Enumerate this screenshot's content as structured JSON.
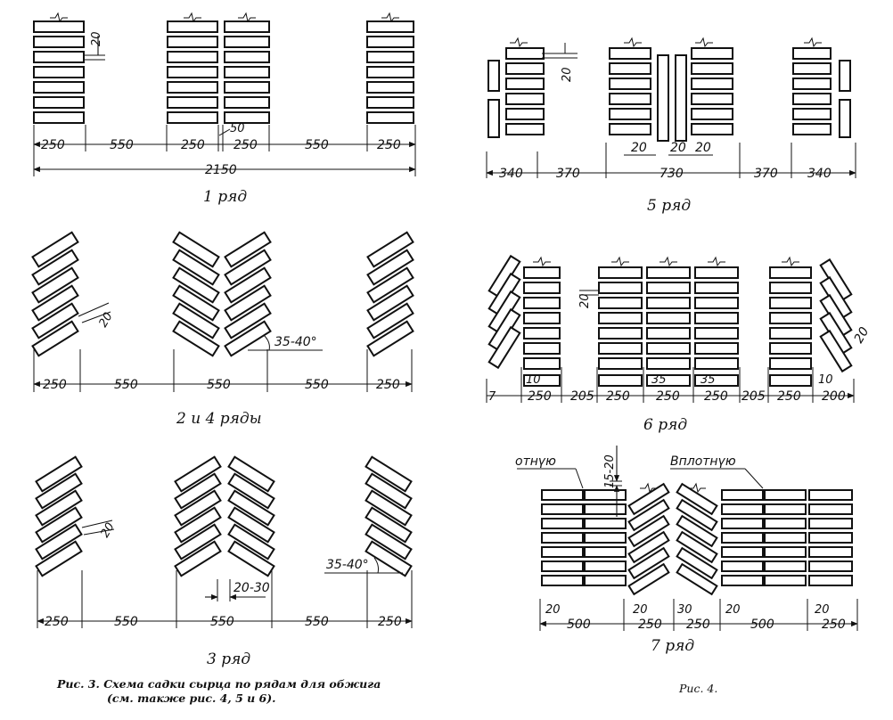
{
  "figure": {
    "row1": {
      "title": "1 ряд",
      "dims": [
        "250",
        "550",
        "250",
        "250",
        "550",
        "250"
      ],
      "total": "2150",
      "gap": "20",
      "gap_between": "50"
    },
    "row24": {
      "title": "2 и 4 ряды",
      "dims": [
        "250",
        "550",
        "550",
        "550",
        "250"
      ],
      "gap": "20",
      "angle": "35-40°"
    },
    "row3": {
      "title": "3 ряд",
      "dims": [
        "250",
        "550",
        "550",
        "550",
        "250"
      ],
      "gap": "20",
      "angle": "35-40°",
      "gap_between": "20-30"
    },
    "row5": {
      "title": "5 ряд",
      "dims": [
        "340",
        "370",
        "730",
        "370",
        "340"
      ],
      "gap": "20",
      "inner": [
        "20",
        "20",
        "20"
      ]
    },
    "row6": {
      "title": "6 ряд",
      "dims": [
        "250",
        "205",
        "250",
        "250",
        "250",
        "205",
        "250",
        "200"
      ],
      "gap": "20",
      "small": [
        "10",
        "35",
        "35",
        "10"
      ],
      "seven": "7",
      "slanted_gap": "20"
    },
    "row7": {
      "title": "7 ряд",
      "dims": [
        "500",
        "250",
        "250",
        "500",
        "250"
      ],
      "small": [
        "20",
        "20",
        "30",
        "20",
        "20"
      ],
      "label_left": "отнүю",
      "label_right": "Вплотнүю",
      "vertical": "15-20"
    },
    "caption_left_line1": "Рис. 3. Схема садки сырца по рядам для обжига",
    "caption_left_line2": "(см. также рис. 4, 5 и 6).",
    "caption_right": "Рис. 4."
  }
}
